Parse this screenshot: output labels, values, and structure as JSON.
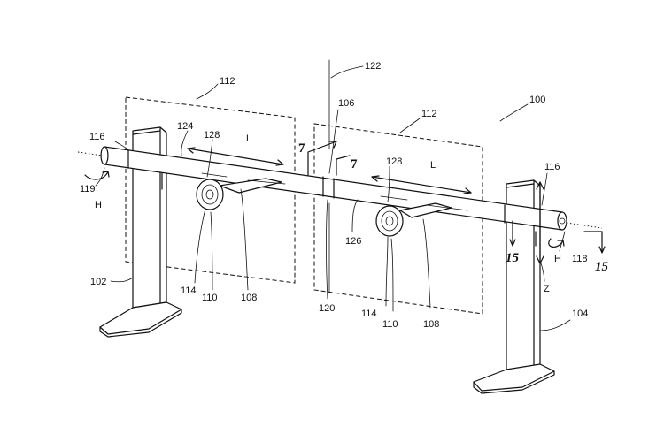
{
  "labels": {
    "ref_100": "100",
    "ref_102": "102",
    "ref_104": "104",
    "ref_106": "106",
    "ref_108_left": "108",
    "ref_108_right": "108",
    "ref_110_left": "110",
    "ref_110_right": "110",
    "ref_112_left": "112",
    "ref_112_right": "112",
    "ref_114_left": "114",
    "ref_114_right": "114",
    "ref_116_left": "116",
    "ref_116_right": "116",
    "ref_118": "118",
    "ref_119": "119",
    "ref_120": "120",
    "ref_122": "122",
    "ref_124": "124",
    "ref_126": "126",
    "ref_128_left": "128",
    "ref_128_right": "128",
    "dim_L_left": "L",
    "dim_L_right": "L",
    "axis_H_left": "H",
    "axis_H_right": "H",
    "axis_Z": "Z",
    "section_7_a": "7",
    "section_7_b": "7",
    "section_15_a": "15",
    "section_15_b": "15"
  }
}
